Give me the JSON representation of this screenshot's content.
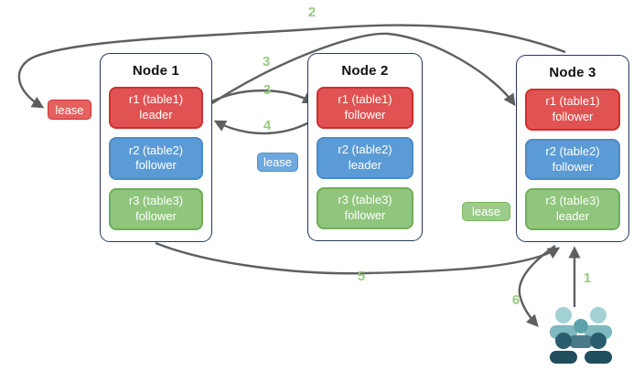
{
  "nodes": [
    {
      "title": "Node 1",
      "replicas": [
        {
          "name": "r1 (table1)",
          "role": "leader",
          "color": "red"
        },
        {
          "name": "r2 (table2)",
          "role": "follower",
          "color": "blue"
        },
        {
          "name": "r3 (table3)",
          "role": "follower",
          "color": "green"
        }
      ]
    },
    {
      "title": "Node 2",
      "replicas": [
        {
          "name": "r1 (table1)",
          "role": "follower",
          "color": "red"
        },
        {
          "name": "r2 (table2)",
          "role": "leader",
          "color": "blue"
        },
        {
          "name": "r3 (table3)",
          "role": "follower",
          "color": "green"
        }
      ]
    },
    {
      "title": "Node 3",
      "replicas": [
        {
          "name": "r1 (table1)",
          "role": "follower",
          "color": "red"
        },
        {
          "name": "r2 (table2)",
          "role": "follower",
          "color": "blue"
        },
        {
          "name": "r3 (table3)",
          "role": "leader",
          "color": "green"
        }
      ]
    }
  ],
  "leases": {
    "red": {
      "label": "lease"
    },
    "blue": {
      "label": "lease"
    },
    "green": {
      "label": "lease"
    }
  },
  "steps": {
    "n1": "1",
    "n2": "2",
    "n3a": "3",
    "n3b": "3",
    "n4": "4",
    "n5": "5",
    "n6": "6"
  },
  "icons": {
    "client": "users-group-icon"
  },
  "colors": {
    "arrow": "#5e5f61",
    "step_number": "#98ca80",
    "node_border": "#24375e",
    "red_fill": "#e05352",
    "red_border": "#cf2f2e",
    "blue_fill": "#5b9bd5",
    "blue_border": "#4d8ac6",
    "green_fill": "#90c57d",
    "green_border": "#6fae58",
    "client_light_head": "#a3d2d5",
    "client_light_body": "#7db9bf",
    "client_mid_head": "#5fa3aa",
    "client_mid_body": "#4a7a89",
    "client_dark_head": "#295d6d",
    "client_dark_body": "#1f4e5d"
  }
}
